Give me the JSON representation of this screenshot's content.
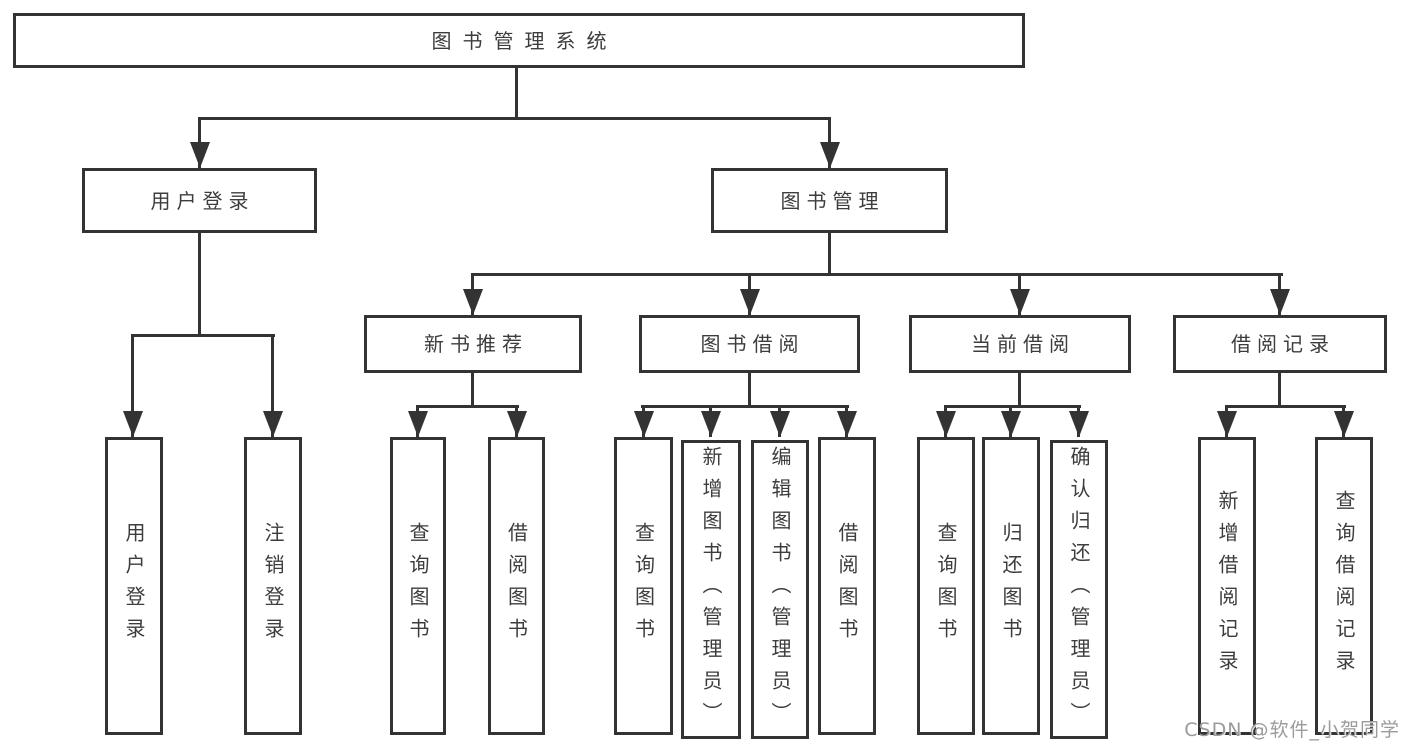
{
  "diagram": {
    "title": "图书管理系统",
    "tree": {
      "root": "图书管理系统",
      "branches": [
        {
          "label": "用户登录",
          "children": [
            {
              "label": "用户登录"
            },
            {
              "label": "注销登录"
            }
          ]
        },
        {
          "label": "图书管理",
          "children": [
            {
              "label": "新书推荐",
              "children": [
                {
                  "label": "查询图书"
                },
                {
                  "label": "借阅图书"
                }
              ]
            },
            {
              "label": "图书借阅",
              "children": [
                {
                  "label": "查询图书"
                },
                {
                  "label": "新增图书（管理员）"
                },
                {
                  "label": "编辑图书（管理员）"
                },
                {
                  "label": "借阅图书"
                }
              ]
            },
            {
              "label": "当前借阅",
              "children": [
                {
                  "label": "查询图书"
                },
                {
                  "label": "归还图书"
                },
                {
                  "label": "确认归还（管理员）"
                }
              ]
            },
            {
              "label": "借阅记录",
              "children": [
                {
                  "label": "新增借阅记录"
                },
                {
                  "label": "查询借阅记录"
                }
              ]
            }
          ]
        }
      ]
    },
    "watermark": "CSDN @软件_小贺同学",
    "colors": {
      "line": "#333333",
      "text": "#3d3d3d",
      "watermark": "#9b9b9b",
      "background": "#ffffff"
    }
  }
}
